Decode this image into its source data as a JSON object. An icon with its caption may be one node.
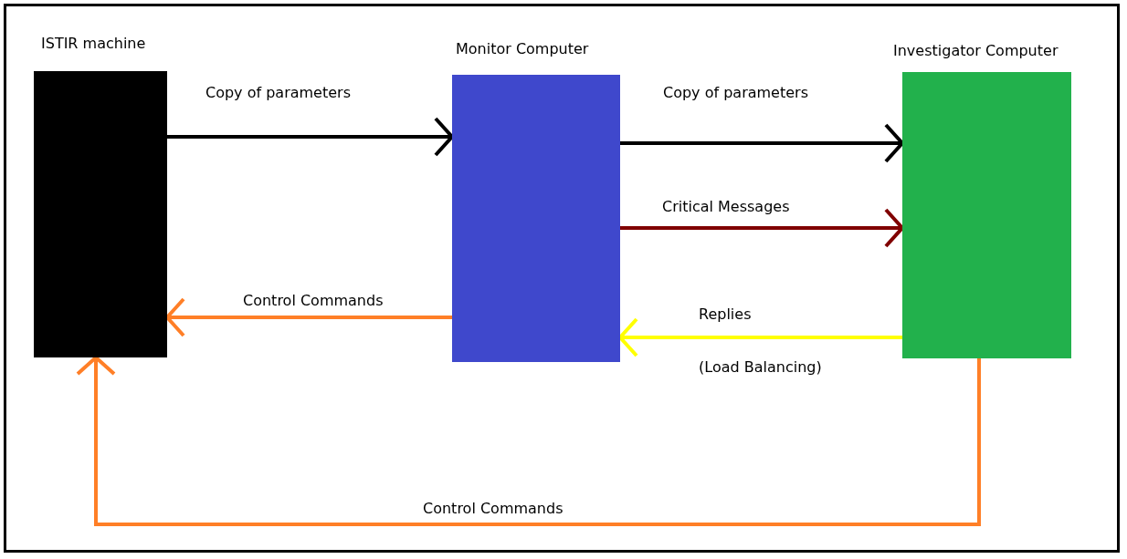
{
  "diagram": {
    "nodes": [
      {
        "text": [
          "ISTIR machine"
        ]
      },
      {
        "text": [
          "Monitor Computer"
        ]
      },
      {
        "text": [
          "Investigator Computer"
        ]
      }
    ],
    "edges": [
      {
        "from": 0,
        "to": 1,
        "arrow": "to",
        "label": "Copy of parameters"
      },
      {
        "from": 1,
        "to": 2,
        "arrow": "to",
        "label": "Copy of parameters"
      },
      {
        "from": 1,
        "to": 2,
        "arrow": "to",
        "label": "Critical Messages",
        "color": "#800000"
      },
      {
        "from": 1,
        "to": 0,
        "arrow": "to",
        "label": "Control Commands",
        "color": "#ff7f27"
      },
      {
        "from": 2,
        "to": 1,
        "arrow": "to",
        "label": "Replies",
        "color": "#ffff00"
      },
      {
        "from": 2,
        "to": 0,
        "arrow": "to",
        "label": "Control Commands",
        "color": "#ff7f27"
      }
    ],
    "labels": [
      "(Load Balancing)"
    ]
  }
}
